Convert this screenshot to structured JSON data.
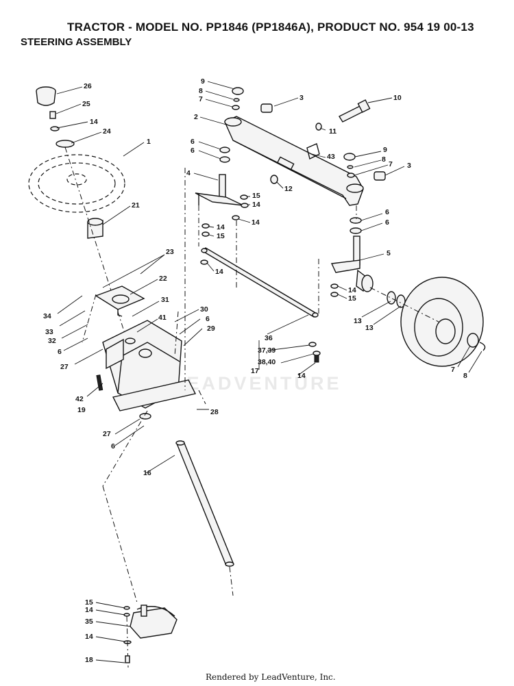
{
  "header": {
    "title": "TRACTOR - MODEL NO. PP1846 (PP1846A), PRODUCT NO. 954 19 00-13",
    "subtitle": "STEERING ASSEMBLY"
  },
  "watermark": "LEADVENTURE",
  "footer": "Rendered by LeadVenture, Inc.",
  "callouts": [
    "26",
    "25",
    "14",
    "24",
    "1",
    "21",
    "23",
    "22",
    "31",
    "34",
    "33",
    "32",
    "6",
    "27",
    "41",
    "30",
    "6",
    "29",
    "42",
    "19",
    "28",
    "27",
    "6",
    "16",
    "15",
    "14",
    "35",
    "14",
    "18",
    "9",
    "8",
    "7",
    "3",
    "2",
    "10",
    "11",
    "43",
    "6",
    "6",
    "4",
    "12",
    "15",
    "14",
    "14",
    "14",
    "15",
    "9",
    "8",
    "7",
    "3",
    "6",
    "6",
    "5",
    "14",
    "14",
    "15",
    "13",
    "13",
    "36",
    "37,39",
    "38,40",
    "17",
    "14",
    "7",
    "8"
  ]
}
